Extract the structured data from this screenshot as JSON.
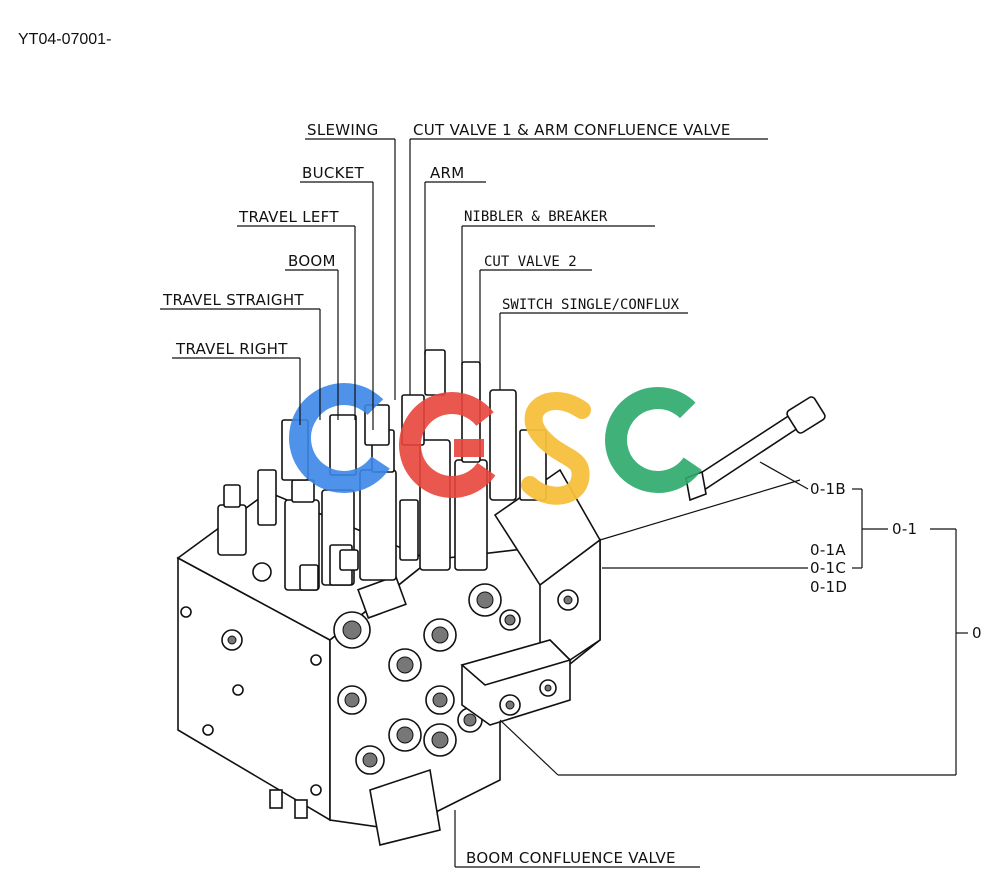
{
  "document_code": "YT04-07001-",
  "callouts": {
    "slewing": "SLEWING",
    "cut_valve_1": "CUT VALVE 1 & ARM CONFLUENCE VALVE",
    "bucket": "BUCKET",
    "arm": "ARM",
    "travel_left": "TRAVEL LEFT",
    "nibbler_breaker": "NIBBLER & BREAKER",
    "boom": "BOOM",
    "cut_valve_2": "CUT VALVE 2",
    "travel_straight": "TRAVEL STRAIGHT",
    "switch_single_conflux": "SWITCH SINGLE/CONFLUX",
    "travel_right": "TRAVEL RIGHT",
    "boom_confluence_valve": "BOOM CONFLUENCE VALVE"
  },
  "part_numbers": {
    "p_0_1b": "0-1B",
    "p_0_1": "0-1",
    "p_0_1a": "0-1A",
    "p_0_1c": "0-1C",
    "p_0_1d": "0-1D",
    "p_0": "0"
  },
  "watermark": {
    "letters": [
      "C",
      "G",
      "S",
      "C"
    ],
    "colors": [
      "#3b86e8",
      "#e8453c",
      "#f5c03c",
      "#2aa86a"
    ]
  }
}
